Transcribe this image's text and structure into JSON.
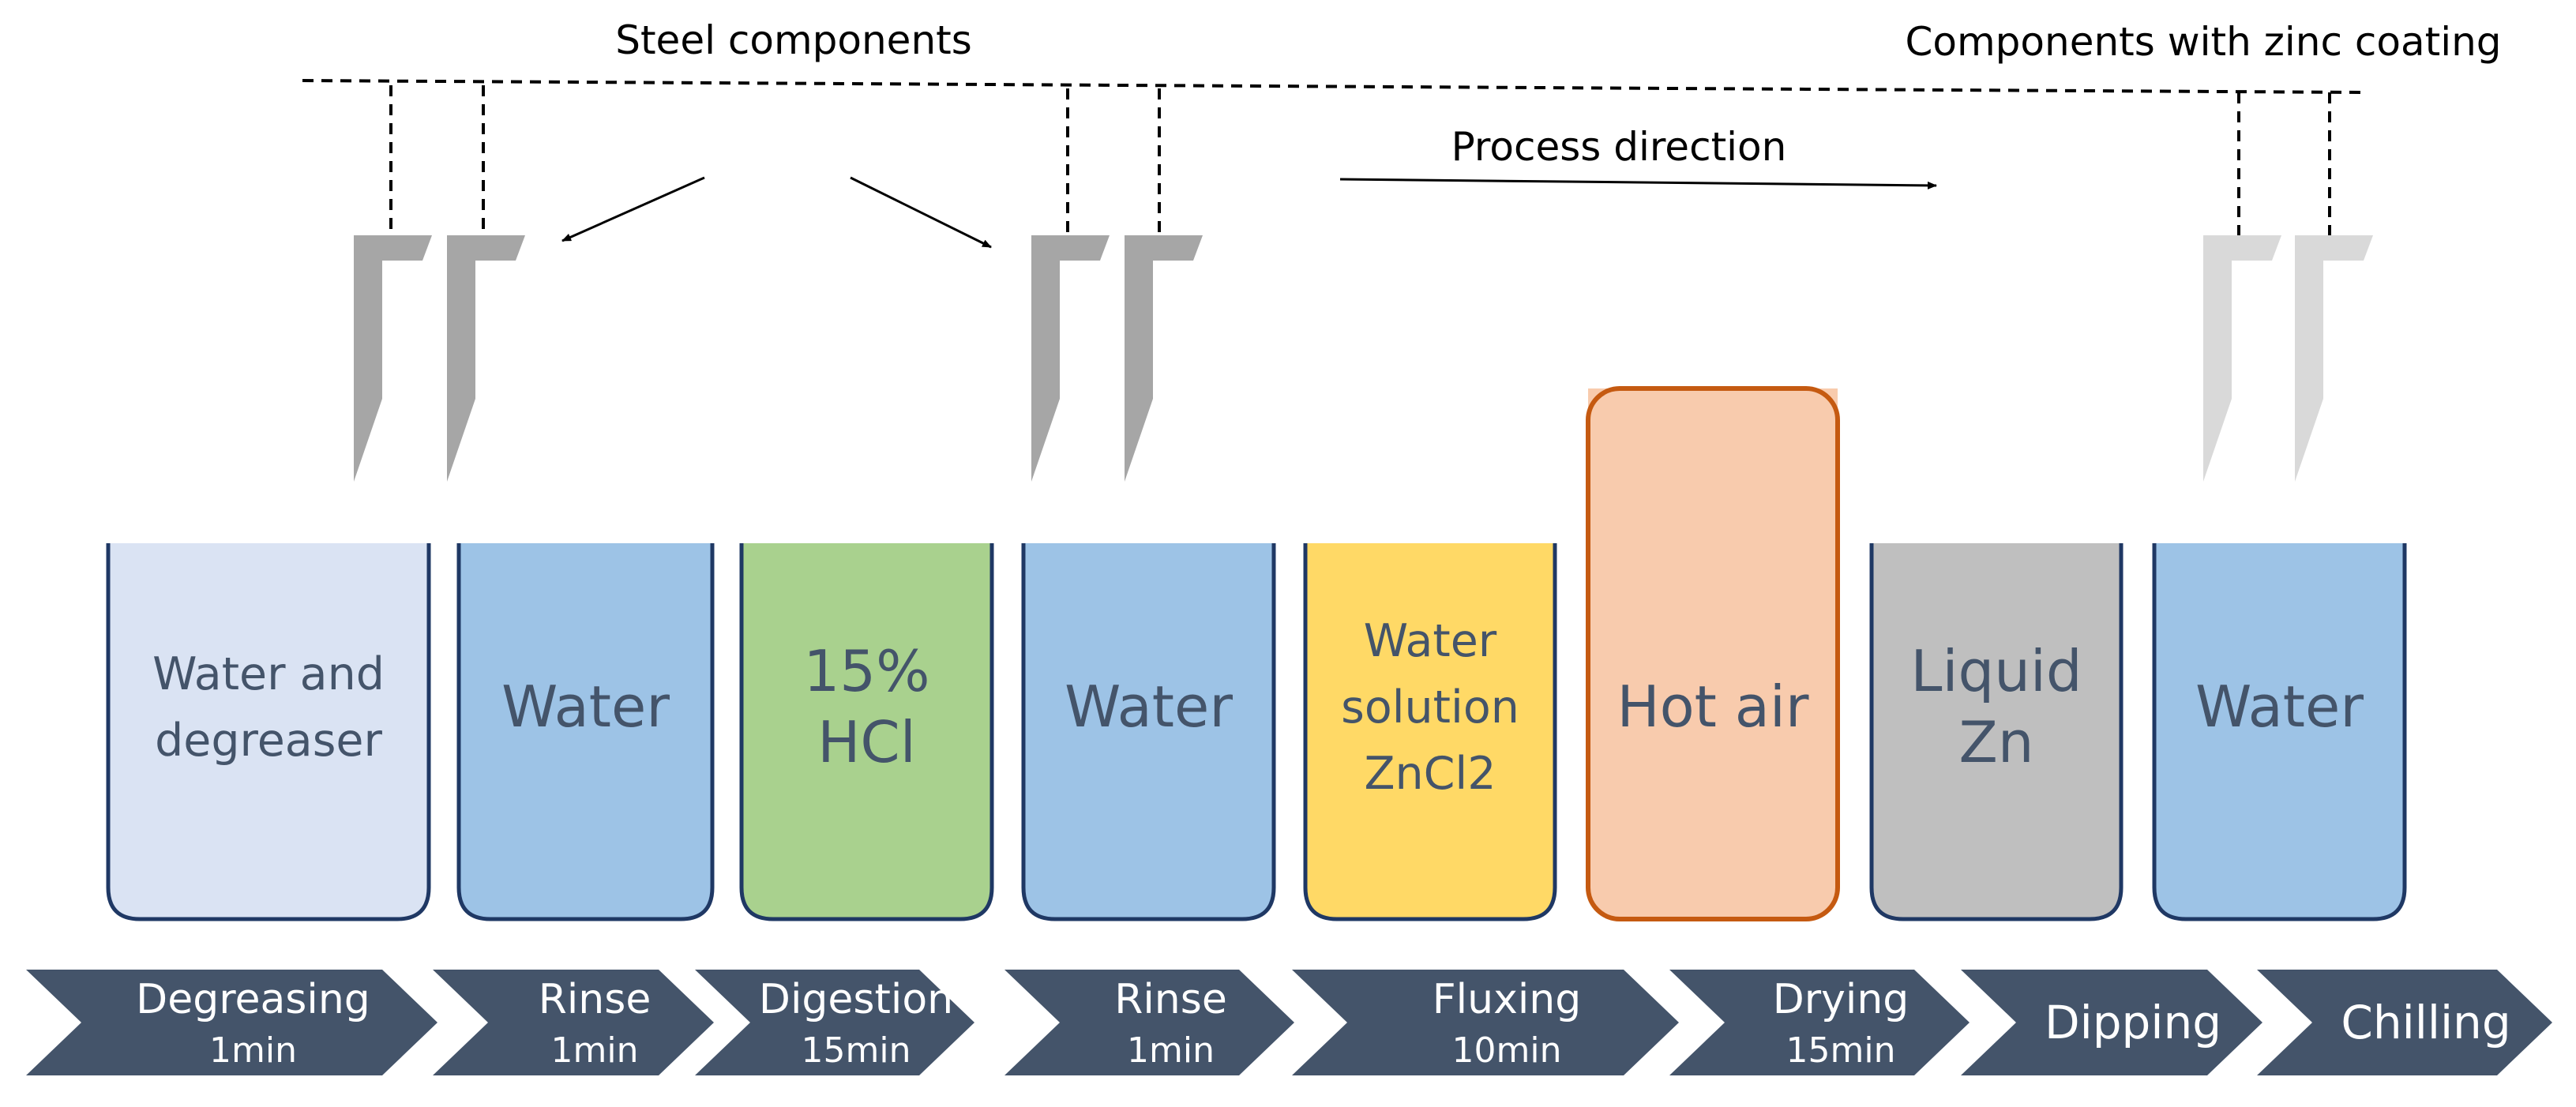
{
  "labels": {
    "steel_components": "Steel components",
    "zinc_components": "Components with zinc coating",
    "process_direction": "Process direction"
  },
  "tanks": [
    {
      "id": "degreaser",
      "lines": [
        "Water and",
        "degreaser"
      ],
      "fill": "#dae3f3"
    },
    {
      "id": "rinse-1",
      "lines": [
        "Water"
      ],
      "fill": "#9dc3e6"
    },
    {
      "id": "hcl",
      "lines": [
        "15%",
        "HCl"
      ],
      "fill": "#a9d18e"
    },
    {
      "id": "rinse-2",
      "lines": [
        "Water"
      ],
      "fill": "#9dc3e6"
    },
    {
      "id": "zncl2",
      "lines": [
        "Water",
        "solution",
        "ZnCl2"
      ],
      "fill": "#ffd966"
    },
    {
      "id": "hot-air",
      "lines": [
        "Hot air"
      ],
      "fill": "#f8cbad",
      "stroke": "#c55a11"
    },
    {
      "id": "liquid-zn",
      "lines": [
        "Liquid",
        "Zn"
      ],
      "fill": "#bfbfbf"
    },
    {
      "id": "chill-water",
      "lines": [
        "Water"
      ],
      "fill": "#9dc3e6"
    }
  ],
  "steps": [
    {
      "name": "Degreasing",
      "time": "1min"
    },
    {
      "name": "Rinse",
      "time": "1min"
    },
    {
      "name": "Digestion",
      "time": "15min"
    },
    {
      "name": "Rinse",
      "time": "1min"
    },
    {
      "name": "Fluxing",
      "time": "10min"
    },
    {
      "name": "Drying",
      "time": "15min"
    },
    {
      "name": "Dipping",
      "time": ""
    },
    {
      "name": "Chilling",
      "time": ""
    }
  ],
  "colors": {
    "tank_border": "#1f3864",
    "tank_text": "#44546a",
    "chevron": "#44546a",
    "chevron_text": "#ffffff",
    "steel_hook": "#a6a6a6",
    "zinc_hook": "#d9d9d9",
    "line": "#000000"
  }
}
